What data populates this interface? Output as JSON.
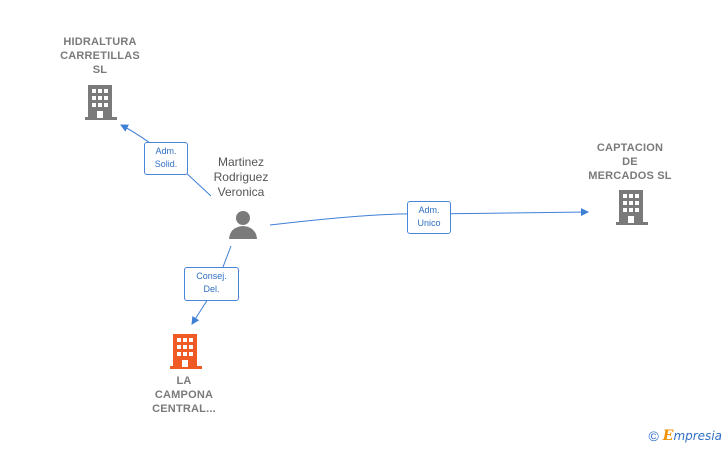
{
  "nodes": {
    "hidraltura": {
      "name": [
        "HIDRALTURA",
        "CARRETILLAS",
        "SL"
      ]
    },
    "captacion": {
      "name": [
        "CAPTACION",
        "DE",
        "MERCADOS SL"
      ]
    },
    "campona": {
      "name": [
        "LA",
        "CAMPONA",
        "CENTRAL..."
      ]
    },
    "person": {
      "name": [
        "Martinez",
        "Rodriguez",
        "Veronica"
      ]
    }
  },
  "edges": {
    "adm_solid": [
      "Adm.",
      "Solid."
    ],
    "adm_unico": [
      "Adm.",
      "Unico"
    ],
    "consej_del": [
      "Consej.",
      "Del."
    ]
  },
  "colors": {
    "building_gray": "#7a7a7a",
    "building_focus": "#f05a24",
    "edge_blue": "#3f7fd6",
    "person_gray": "#7a7a7a"
  },
  "footer": {
    "copyright": "©",
    "brand_first": "E",
    "brand_rest": "mpresia"
  }
}
